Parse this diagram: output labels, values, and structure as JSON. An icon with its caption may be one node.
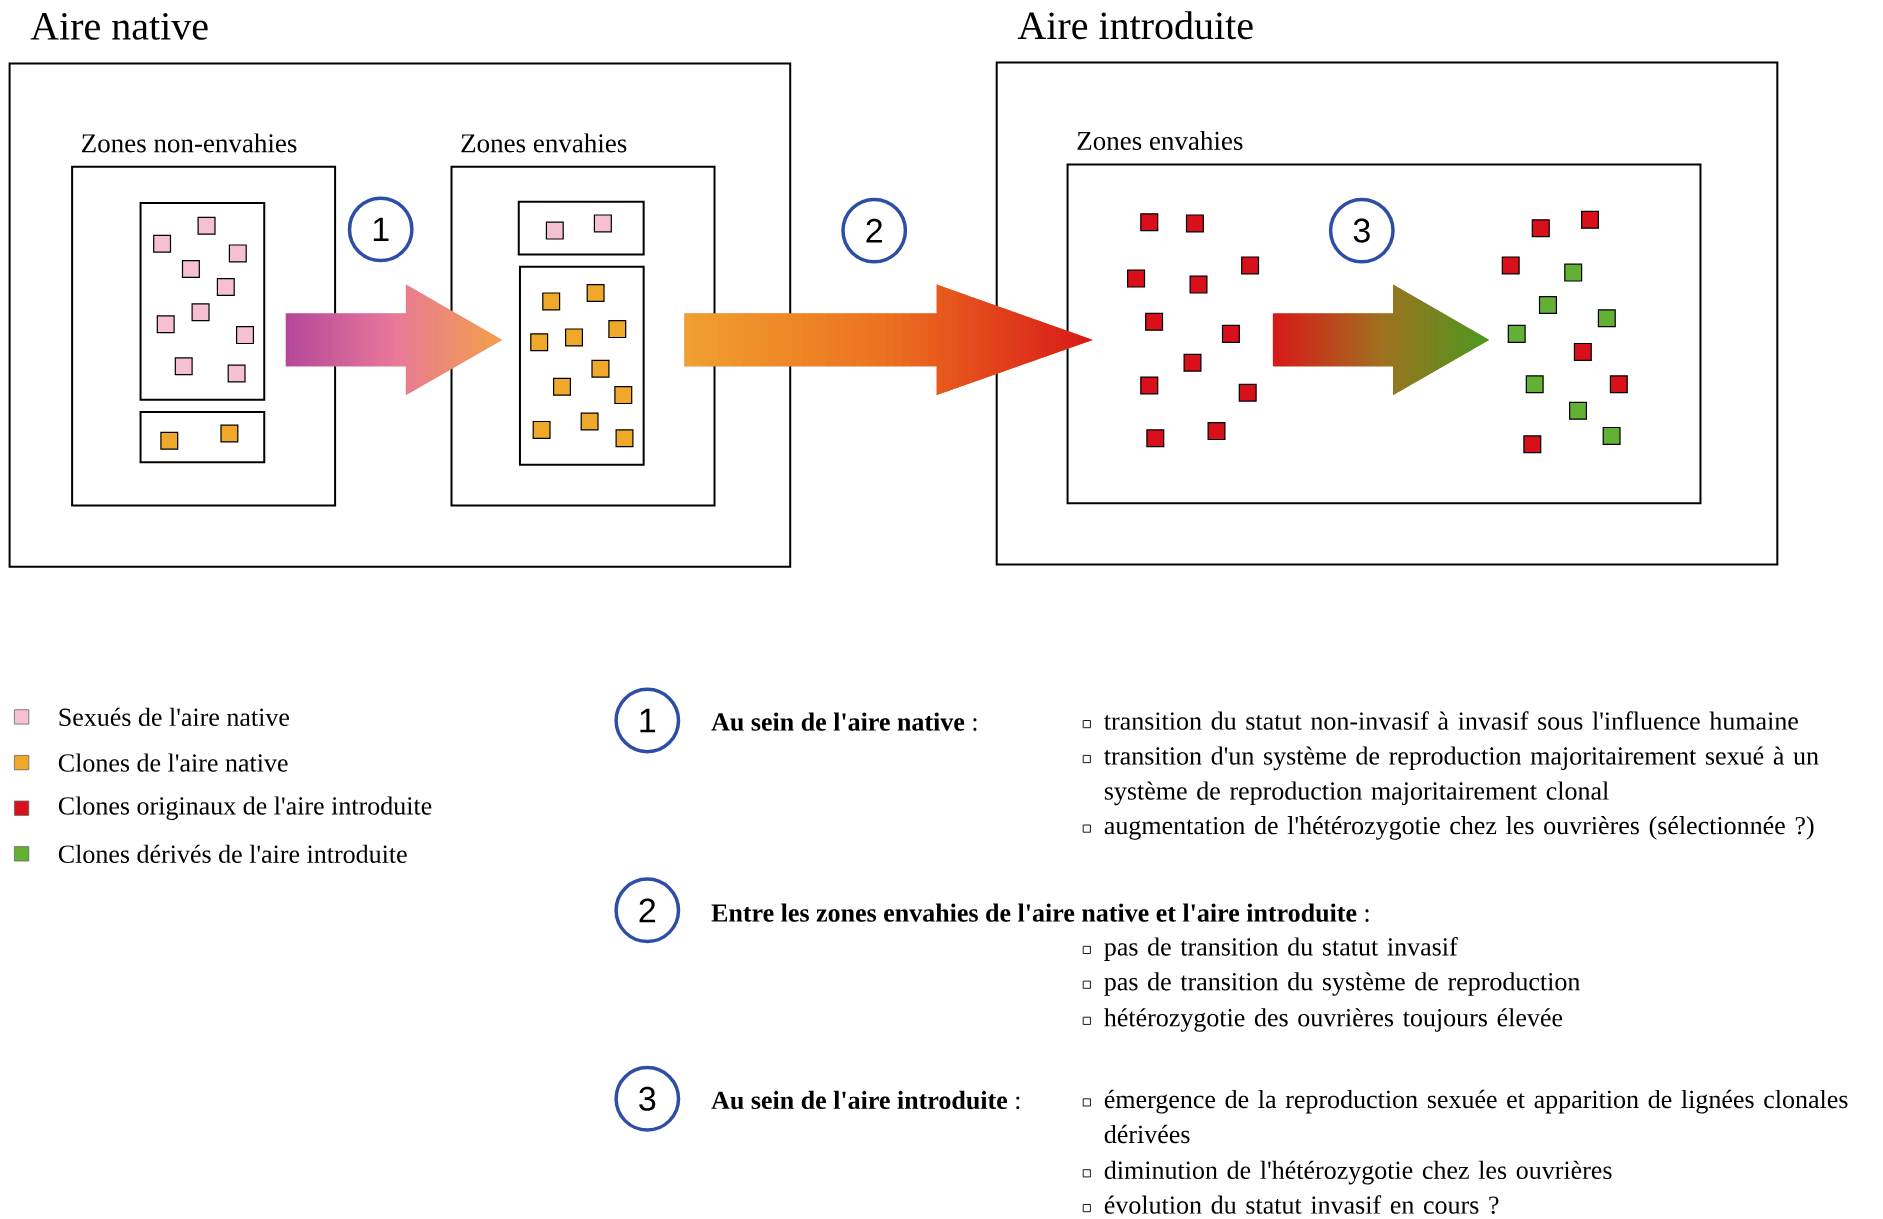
{
  "diagram": {
    "nodes": [
      {
        "text": [
          "Aire native"
        ]
      },
      {
        "text": [
          "Zones non-envahies"
        ],
        "in": 0
      },
      {
        "text": [],
        "shape": "box",
        "in": 1
      },
      {
        "text": [],
        "shape": "box",
        "in": 1
      },
      {
        "text": [
          "1"
        ],
        "in": 0
      },
      {
        "text": [
          "Zones envahies"
        ],
        "in": 0
      },
      {
        "text": [],
        "shape": "box",
        "in": 5
      },
      {
        "text": [],
        "shape": "box",
        "in": 5
      },
      {
        "text": [
          "2"
        ]
      },
      {
        "text": [
          "Aire introduite"
        ]
      },
      {
        "text": [
          "Zones envahies"
        ],
        "in": 9
      },
      {
        "text": [],
        "shape": "picture",
        "in": 10
      },
      {
        "text": [
          "3"
        ],
        "in": 10
      },
      {
        "text": [],
        "shape": "picture",
        "in": 10
      },
      {
        "text": [
          "1"
        ]
      },
      {
        "text": [
          "2"
        ]
      },
      {
        "text": [
          "3"
        ]
      }
    ],
    "edges": [
      {
        "from": 1,
        "to": 5,
        "arrow": "to"
      },
      {
        "from": 5,
        "to": 10,
        "arrow": "to"
      },
      {
        "from": 11,
        "to": 13,
        "arrow": "to"
      }
    ],
    "labels": [
      "**Au sein de l'aire native** :",
      "transition du statut non-invasif à invasif sous l'influence humaine",
      "transition d'un système de reproduction majoritairement sexué à un système de reproduction majoritairement clonal",
      "augmentation de l'hétérozygotie chez les ouvrières (sélectionnée ?)",
      "**Entre les zones envahies de l'aire native et l'aire introduite** :",
      "pas de transition du statut invasif",
      "pas de transition du système de reproduction",
      "hétérozygotie des ouvrières toujours élevée",
      "**Au sein de l'aire introduite** :",
      "émergence de la reproduction sexuée et apparition de lignées clonales dérivées",
      "diminution de l'hétérozygotie chez les ouvrières",
      "évolution du statut invasif en cours ?"
    ],
    "legend": [
      {
        "text": "Sexués de l'aire native",
        "color": "#f4c0d2"
      },
      {
        "text": "Clones de l'aire native",
        "color": "#f0a82a"
      },
      {
        "text": "Clones originaux de l'aire introduite",
        "color": "#d8101c"
      },
      {
        "text": "Clones dérivés de l'aire introduite",
        "color": "#62b034"
      }
    ]
  }
}
